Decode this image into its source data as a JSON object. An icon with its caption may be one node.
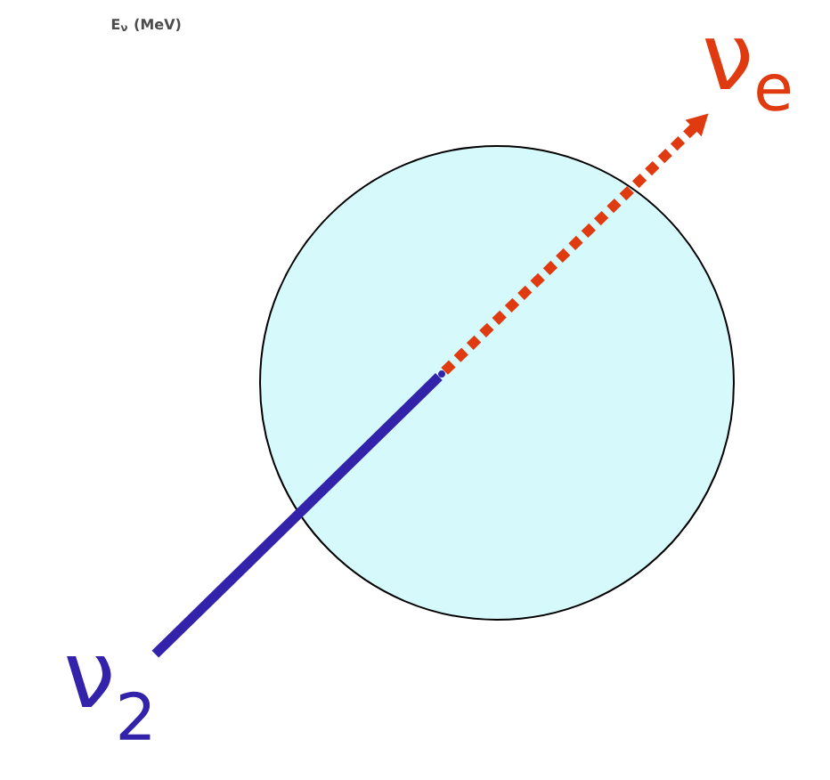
{
  "diagram": {
    "nodes": [
      {
        "text": [
          "ν$_{2}$"
        ]
      },
      {
        "text": [
          "ν$_{e}$"
        ]
      },
      {
        "text": [],
        "shape": "circle"
      },
      {
        "text": [],
        "shape": "point",
        "in": 2
      }
    ],
    "edges": [
      {
        "from": 0,
        "to": 3,
        "arrow": "none",
        "color": "#3322aa"
      },
      {
        "from": 3,
        "to": 1,
        "arrow": "to",
        "style": "dashed",
        "color": "#e03a10"
      }
    ],
    "labels": [
      "E$_{ν}$ (MeV)"
    ]
  }
}
